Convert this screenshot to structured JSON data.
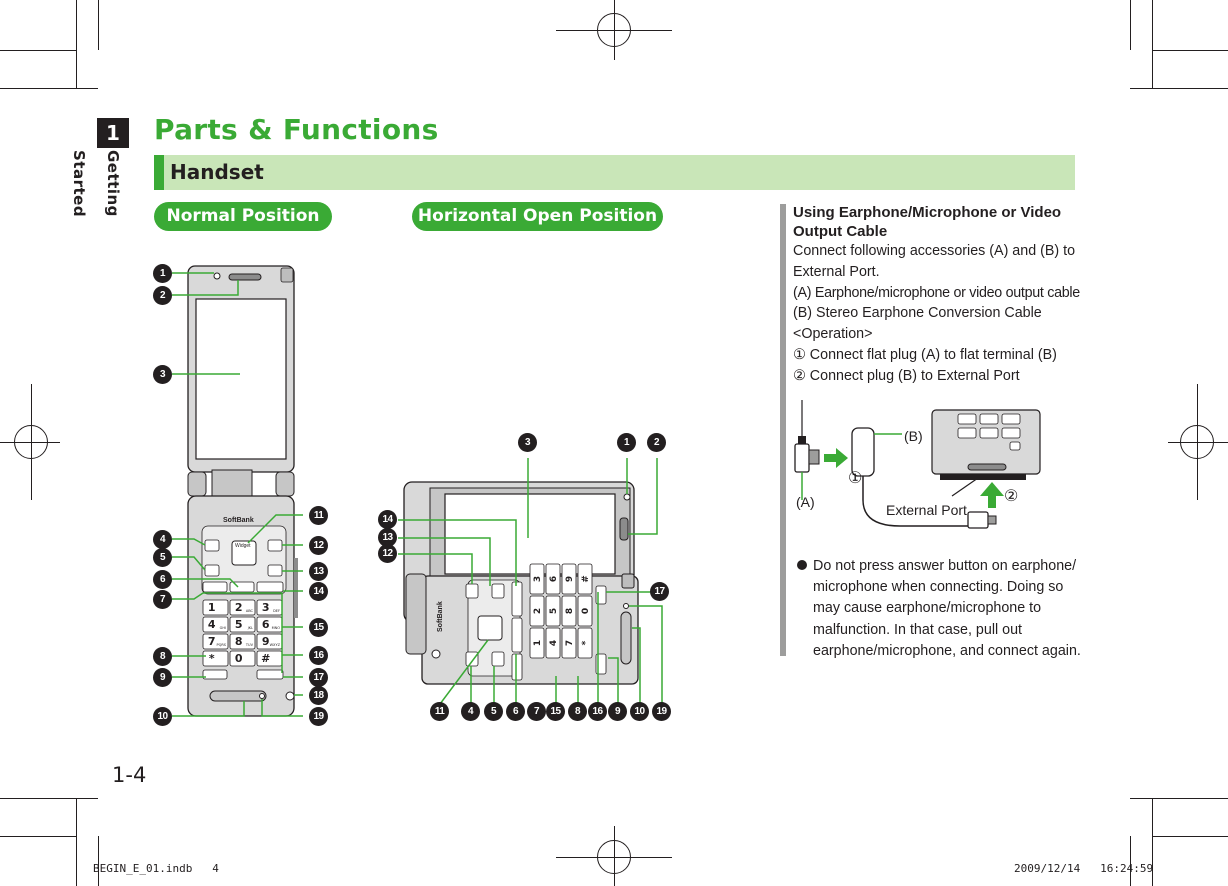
{
  "chapter": {
    "number": "1",
    "title": "Getting Started"
  },
  "page": {
    "title": "Parts & Functions",
    "section": "Handset",
    "number": "1-4"
  },
  "views": {
    "normal": "Normal Position",
    "horizontal": "Horizontal Open Position"
  },
  "callouts": [
    "1",
    "2",
    "3",
    "4",
    "5",
    "6",
    "7",
    "8",
    "9",
    "10",
    "11",
    "12",
    "13",
    "14",
    "15",
    "16",
    "17",
    "18",
    "19"
  ],
  "brand": "SoftBank",
  "widget_key": "Widget",
  "keypad": {
    "digits": [
      "1",
      "2",
      "3",
      "4",
      "5",
      "6",
      "7",
      "8",
      "9",
      "*",
      "0",
      "#"
    ],
    "letters": [
      "",
      "ABC",
      "DEF",
      "GHI",
      "JKL",
      "MNO",
      "PQRS",
      "TUV",
      "WXYZ",
      "",
      "",
      ""
    ]
  },
  "note": {
    "title": "Using Earphone/Microphone or Video Output Cable",
    "lines": [
      "Connect following accessories (A) and (B) to",
      "External Port.",
      "(A) Earphone/microphone or video output cable",
      "(B) Stereo Earphone Conversion Cable",
      "<Operation>",
      "① Connect flat plug (A) to flat terminal (B)",
      "② Connect plug (B) to External Port"
    ],
    "diagram": {
      "a": "(A)",
      "b": "(B)",
      "port": "External Port",
      "step1": "①",
      "step2": "②"
    },
    "bullet": "Do not press answer button on earphone/ microphone when connecting. Doing so may cause earphone/microphone to malfunction. In that case, pull out earphone/microphone, and connect again."
  },
  "footer": {
    "file": "BEGIN_E_01.indb   4",
    "timestamp": "2009/12/14   16:24:59"
  },
  "colors": {
    "accent": "#3aaa35",
    "section_bg": "#c9e6b8",
    "ink": "#231f20",
    "phone_gray": "#d9d9d9"
  }
}
